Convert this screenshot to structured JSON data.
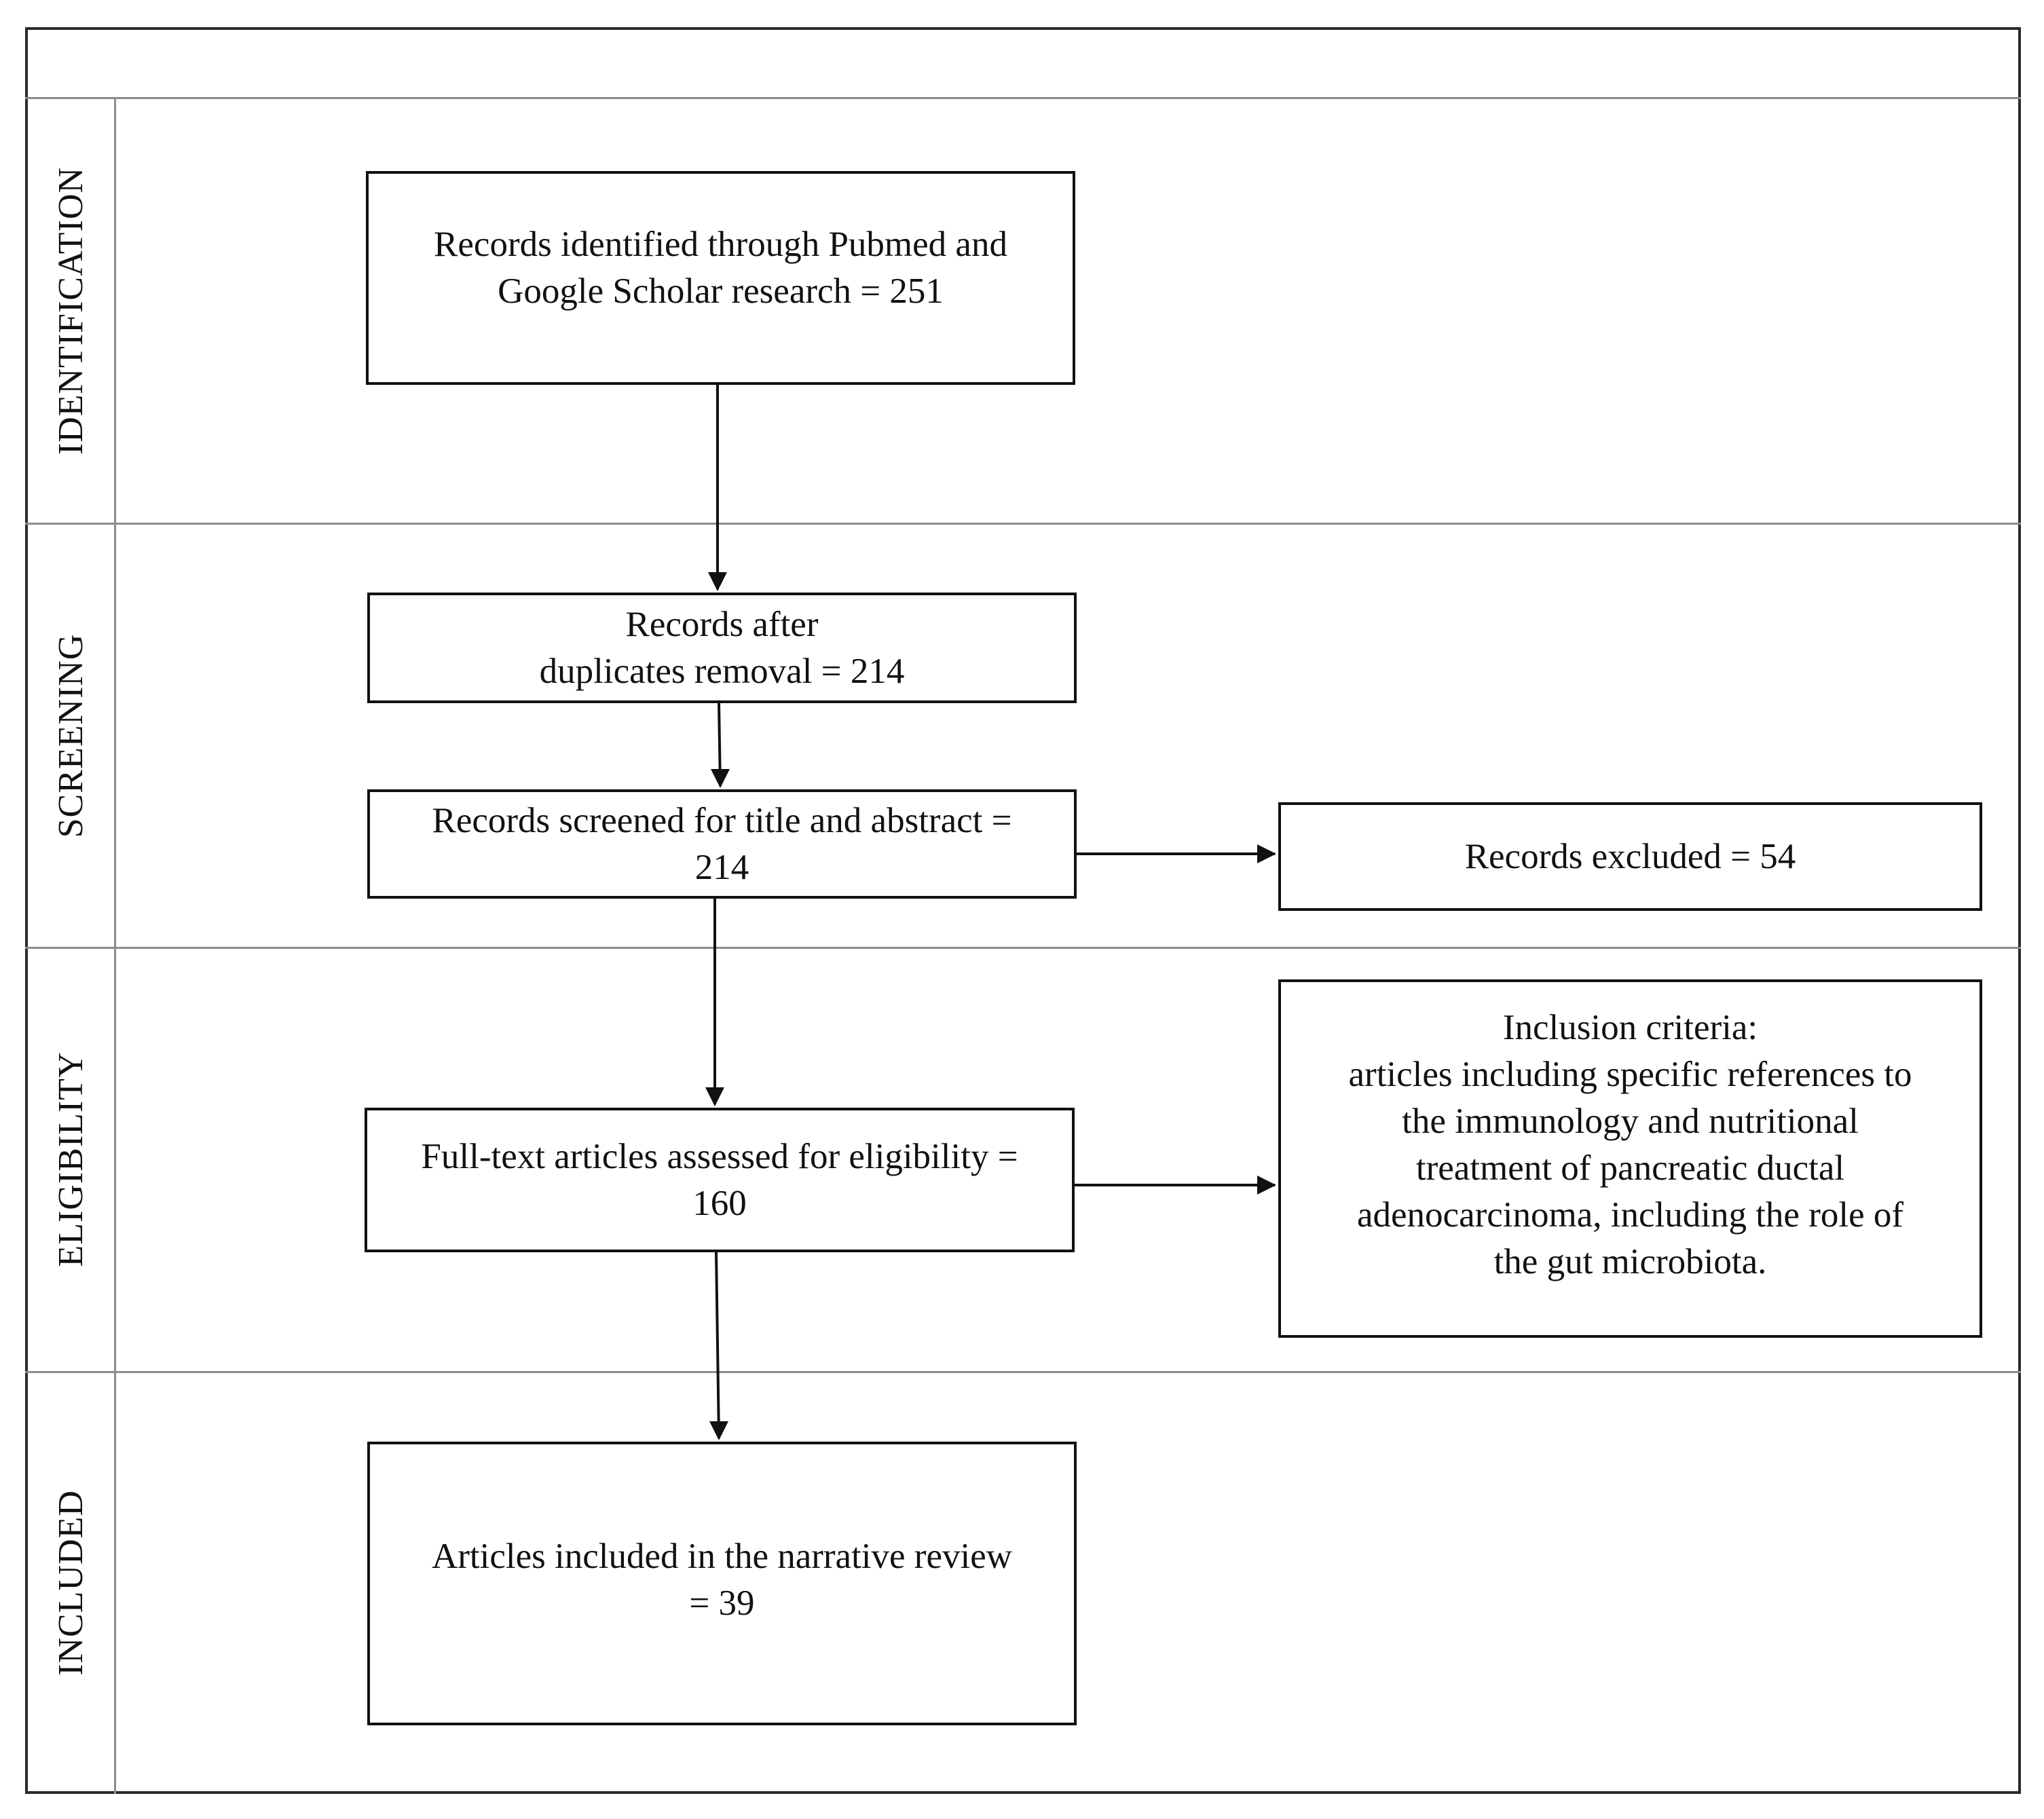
{
  "stages": {
    "identification": "IDENTIFICATION",
    "screening": "SCREENING",
    "eligibility": "ELIGIBILITY",
    "included": "INCLUDED"
  },
  "boxes": {
    "identified": "Records identified through Pubmed and\nGoogle Scholar research = 251",
    "after_duplicates": "Records after\nduplicates removal = 214",
    "screened": "Records screened for title and abstract =\n214",
    "excluded": "Records excluded = 54",
    "full_text": "Full-text articles assessed for eligibility =\n160",
    "inclusion_criteria": "Inclusion criteria:\narticles including specific references to\nthe immunology and nutritional\ntreatment of pancreatic ductal\nadenocarcinoma, including the role of\nthe gut microbiota.",
    "included": "Articles included in the narrative review\n= 39"
  }
}
